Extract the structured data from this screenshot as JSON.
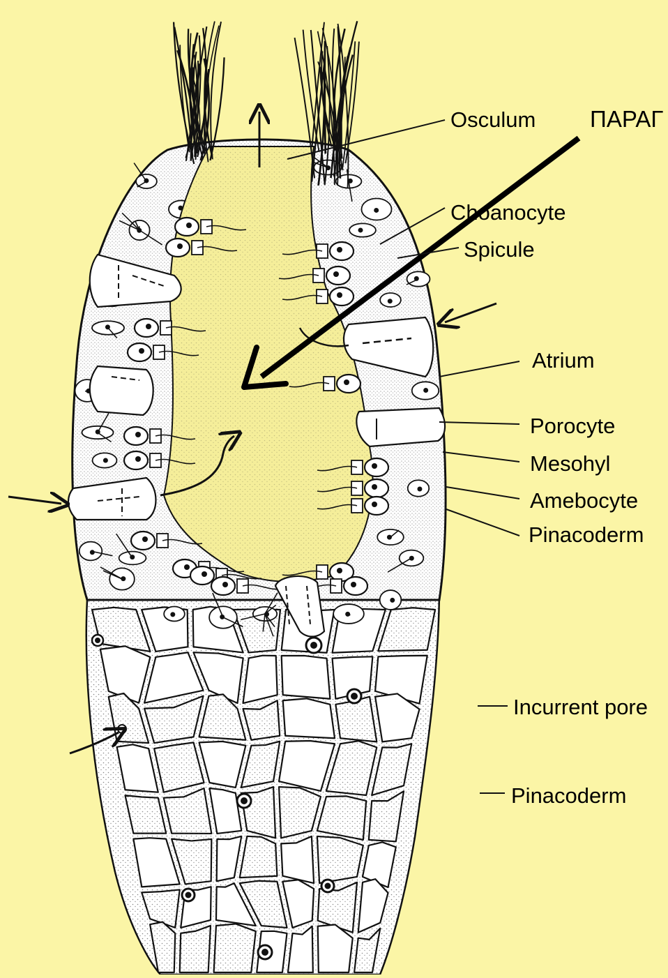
{
  "diagram": {
    "labels": {
      "osculum": "Osculum",
      "choanocyte": "Choanocyte",
      "spicule": "Spicule",
      "atrium": "Atrium",
      "porocyte": "Porocyte",
      "mesohyl": "Mesohyl",
      "amebocyte": "Amebocyte",
      "pinacoderm_upper": "Pinacoderm",
      "incurrent_pore": "Incurrent pore",
      "pinacoderm_lower": "Pinacoderm"
    },
    "annotation": "ΠΑΡΑΓ"
  },
  "colors": {
    "background": "#fbf5a6",
    "atrium": "#f5ee9a",
    "ink": "#111111"
  }
}
